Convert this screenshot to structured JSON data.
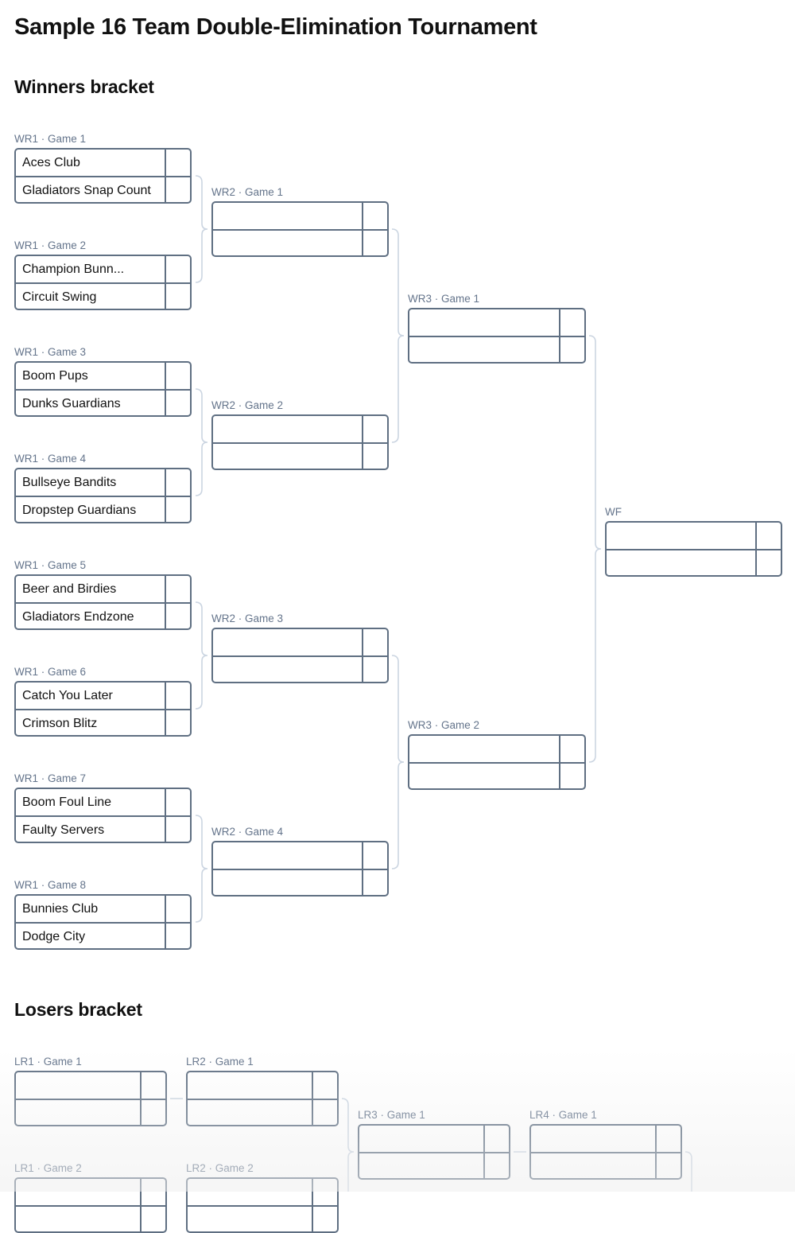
{
  "title": "Sample 16 Team Double-Elimination Tournament",
  "winners": {
    "heading": "Winners bracket",
    "matches": [
      {
        "label": "WR1 · Game 1",
        "teams": [
          "Aces Club",
          "Gladiators Snap Count"
        ],
        "scores": [
          "",
          ""
        ]
      },
      {
        "label": "WR1 · Game 2",
        "teams": [
          "Champion Bunn...",
          "Circuit Swing"
        ],
        "scores": [
          "",
          ""
        ]
      },
      {
        "label": "WR1 · Game 3",
        "teams": [
          "Boom Pups",
          "Dunks Guardians"
        ],
        "scores": [
          "",
          ""
        ]
      },
      {
        "label": "WR1 · Game 4",
        "teams": [
          "Bullseye Bandits",
          "Dropstep Guardians"
        ],
        "scores": [
          "",
          ""
        ]
      },
      {
        "label": "WR1 · Game 5",
        "teams": [
          "Beer and Birdies",
          "Gladiators Endzone"
        ],
        "scores": [
          "",
          ""
        ]
      },
      {
        "label": "WR1 · Game 6",
        "teams": [
          "Catch You Later",
          "Crimson Blitz"
        ],
        "scores": [
          "",
          ""
        ]
      },
      {
        "label": "WR1 · Game 7",
        "teams": [
          "Boom Foul Line",
          "Faulty Servers"
        ],
        "scores": [
          "",
          ""
        ]
      },
      {
        "label": "WR1 · Game 8",
        "teams": [
          "Bunnies Club",
          "Dodge City"
        ],
        "scores": [
          "",
          ""
        ]
      },
      {
        "label": "WR2 · Game 1",
        "teams": [
          "",
          ""
        ],
        "scores": [
          "",
          ""
        ]
      },
      {
        "label": "WR2 · Game 2",
        "teams": [
          "",
          ""
        ],
        "scores": [
          "",
          ""
        ]
      },
      {
        "label": "WR2 · Game 3",
        "teams": [
          "",
          ""
        ],
        "scores": [
          "",
          ""
        ]
      },
      {
        "label": "WR2 · Game 4",
        "teams": [
          "",
          ""
        ],
        "scores": [
          "",
          ""
        ]
      },
      {
        "label": "WR3 · Game 1",
        "teams": [
          "",
          ""
        ],
        "scores": [
          "",
          ""
        ]
      },
      {
        "label": "WR3 · Game 2",
        "teams": [
          "",
          ""
        ],
        "scores": [
          "",
          ""
        ]
      },
      {
        "label": "WF",
        "teams": [
          "",
          ""
        ],
        "scores": [
          "",
          ""
        ]
      }
    ]
  },
  "losers": {
    "heading": "Losers bracket",
    "matches": [
      {
        "label": "LR1 · Game 1",
        "teams": [
          "",
          ""
        ],
        "scores": [
          "",
          ""
        ]
      },
      {
        "label": "LR2 · Game 1",
        "teams": [
          "",
          ""
        ],
        "scores": [
          "",
          ""
        ]
      },
      {
        "label": "LR3 · Game 1",
        "teams": [
          "",
          ""
        ],
        "scores": [
          "",
          ""
        ]
      },
      {
        "label": "LR4 · Game 1",
        "teams": [
          "",
          ""
        ],
        "scores": [
          "",
          ""
        ]
      },
      {
        "label": "LR1 · Game 2",
        "teams": [
          "",
          ""
        ],
        "scores": [
          "",
          ""
        ]
      },
      {
        "label": "LR2 · Game 2",
        "teams": [
          "",
          ""
        ],
        "scores": [
          "",
          ""
        ]
      }
    ]
  },
  "colors": {
    "box_border": "#5f6f82",
    "label": "#64748b",
    "connector": "#cbd5e1"
  }
}
